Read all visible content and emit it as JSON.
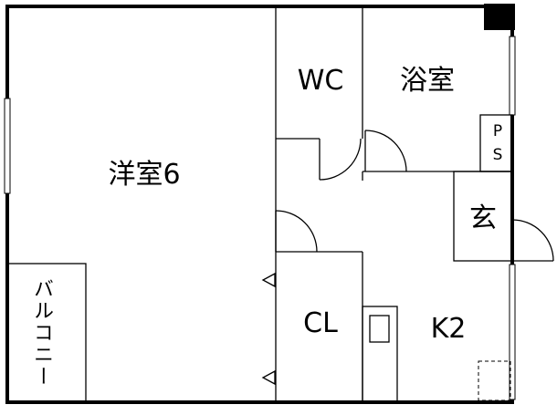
{
  "rooms": {
    "western_room": "洋室6",
    "wc": "WC",
    "bathroom": "浴室",
    "ps_top": "P",
    "ps_bottom": "S",
    "entrance": "玄",
    "closet": "CL",
    "kitchen": "K2",
    "balcony": "バルコニー"
  }
}
